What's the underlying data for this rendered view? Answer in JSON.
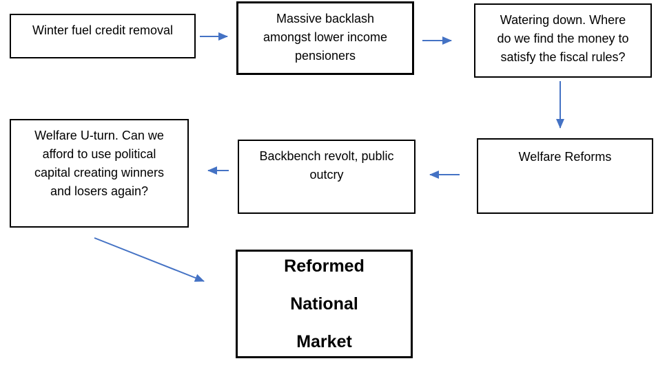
{
  "diagram": {
    "colors": {
      "arrow": "#4472C4",
      "box_border": "#000000",
      "background": "#FFFFFF",
      "text": "#000000"
    },
    "boxes": [
      {
        "id": "winter-fuel-credit-removal",
        "lines": [
          "Winter fuel credit removal"
        ]
      },
      {
        "id": "massive-backlash",
        "lines": [
          "Massive backlash",
          "amongst lower income",
          "pensioners"
        ]
      },
      {
        "id": "watering-down",
        "lines": [
          "Watering down. Where",
          "do we find the money to",
          "satisfy the fiscal rules?"
        ]
      },
      {
        "id": "welfare-reforms",
        "lines": [
          "Welfare Reforms"
        ]
      },
      {
        "id": "backbench-revolt",
        "lines": [
          "Backbench revolt, public",
          "outcry"
        ]
      },
      {
        "id": "welfare-u-turn",
        "lines": [
          "Welfare U-turn. Can we",
          "afford to use political",
          "capital creating winners",
          "and losers again?"
        ]
      },
      {
        "id": "reformed-national-market",
        "lines": [
          "Reformed",
          "National",
          "Market"
        ],
        "emphasis": "bold"
      }
    ],
    "arrows": [
      {
        "from": "winter-fuel-credit-removal",
        "to": "massive-backlash",
        "direction": "right"
      },
      {
        "from": "massive-backlash",
        "to": "watering-down",
        "direction": "right"
      },
      {
        "from": "watering-down",
        "to": "welfare-reforms",
        "direction": "down"
      },
      {
        "from": "welfare-reforms",
        "to": "backbench-revolt",
        "direction": "left"
      },
      {
        "from": "backbench-revolt",
        "to": "welfare-u-turn",
        "direction": "left"
      },
      {
        "from": "welfare-u-turn",
        "to": "reformed-national-market",
        "direction": "diagonal-down-right"
      }
    ]
  }
}
